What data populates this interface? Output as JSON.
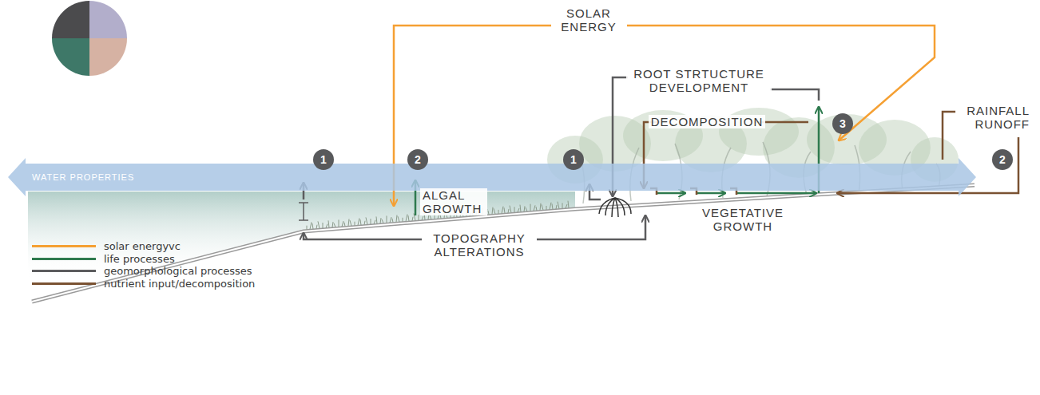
{
  "diagram": {
    "nodes": [
      {
        "text": [
          "WATER PROPERTIES"
        ]
      },
      {
        "text": [
          "1"
        ]
      },
      {
        "text": [
          "2"
        ]
      },
      {
        "text": [
          "1"
        ]
      },
      {
        "text": [
          "3"
        ]
      },
      {
        "text": [
          "2"
        ]
      }
    ],
    "labels": [
      "SOLAR ENERGY",
      "ROOT STRTUCTURE DEVELOPMENT",
      "DECOMPOSITION",
      "RAINFALL RUNOFF",
      "ALGAL GROWTH",
      "TOPOGRAPHY ALTERATIONS",
      "VEGETATIVE GROWTH"
    ],
    "legend": [
      {
        "text": "solar energyvc",
        "color": "#f5a033"
      },
      {
        "text": "life processes",
        "color": "#2e7a4e"
      },
      {
        "text": "geomorphological processes",
        "color": "#5c5c5e"
      },
      {
        "text": "nutrient input/decomposition",
        "color": "#7a5232"
      }
    ]
  }
}
